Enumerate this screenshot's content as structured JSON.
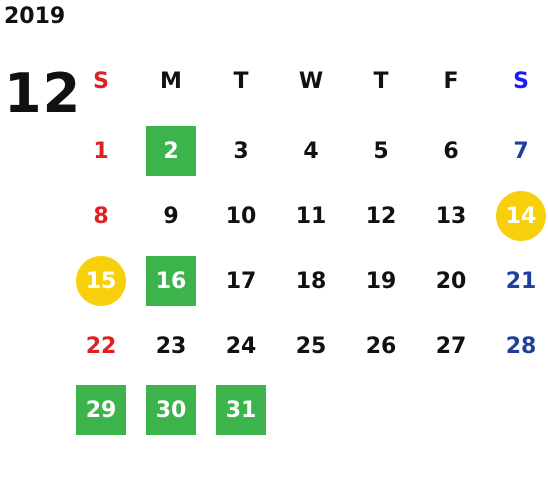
{
  "calendar": {
    "year": "2019",
    "month": "12",
    "weekdays": [
      "S",
      "M",
      "T",
      "W",
      "T",
      "F",
      "S"
    ],
    "colors": {
      "sunday": "#e02020",
      "saturday": "#1f3f9e",
      "green_highlight": "#3cb44b",
      "yellow_highlight": "#f7cf0a"
    },
    "weeks": [
      [
        "1",
        "2",
        "3",
        "4",
        "5",
        "6",
        "7"
      ],
      [
        "8",
        "9",
        "10",
        "11",
        "12",
        "13",
        "14"
      ],
      [
        "15",
        "16",
        "17",
        "18",
        "19",
        "20",
        "21"
      ],
      [
        "22",
        "23",
        "24",
        "25",
        "26",
        "27",
        "28"
      ],
      [
        "29",
        "30",
        "31",
        "",
        "",
        "",
        ""
      ]
    ],
    "green_highlighted_days": [
      "2",
      "16",
      "29",
      "30",
      "31"
    ],
    "yellow_highlighted_days": [
      "14",
      "15"
    ]
  }
}
